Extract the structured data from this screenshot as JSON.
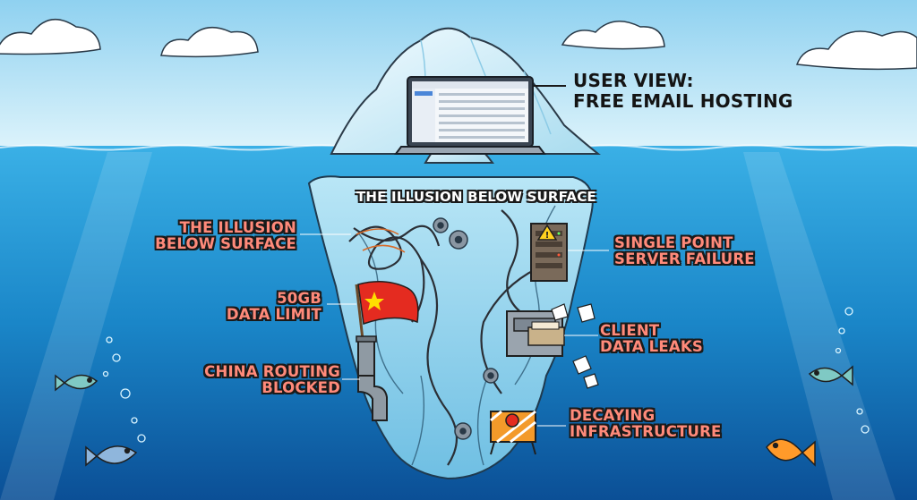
{
  "user_view": {
    "line1": "USER VIEW:",
    "line2": "FREE EMAIL HOSTING"
  },
  "subtitle": "THE ILLUSION BELOW SURFACE",
  "labels": {
    "illusion": [
      "THE ILLUSION",
      "BELOW SURFACE"
    ],
    "data_limit": [
      "50GB",
      "DATA LIMIT"
    ],
    "china": [
      "CHINA ROUTING",
      "BLOCKED"
    ],
    "server": [
      "SINGLE POINT",
      "SERVER FAILURE"
    ],
    "leaks": [
      "CLIENT",
      "DATA LEAKS"
    ],
    "decay": [
      "DECAYING",
      "INFRASTRUCTURE"
    ]
  },
  "colors": {
    "sky": "#bfe6f7",
    "ocean": "#1e8fd0",
    "deep_ocean": "#0b4f96",
    "label_red": "#ff8a7a",
    "ice": "#d9f1fb",
    "flag_red": "#e42b20",
    "flag_star": "#ffde00"
  }
}
